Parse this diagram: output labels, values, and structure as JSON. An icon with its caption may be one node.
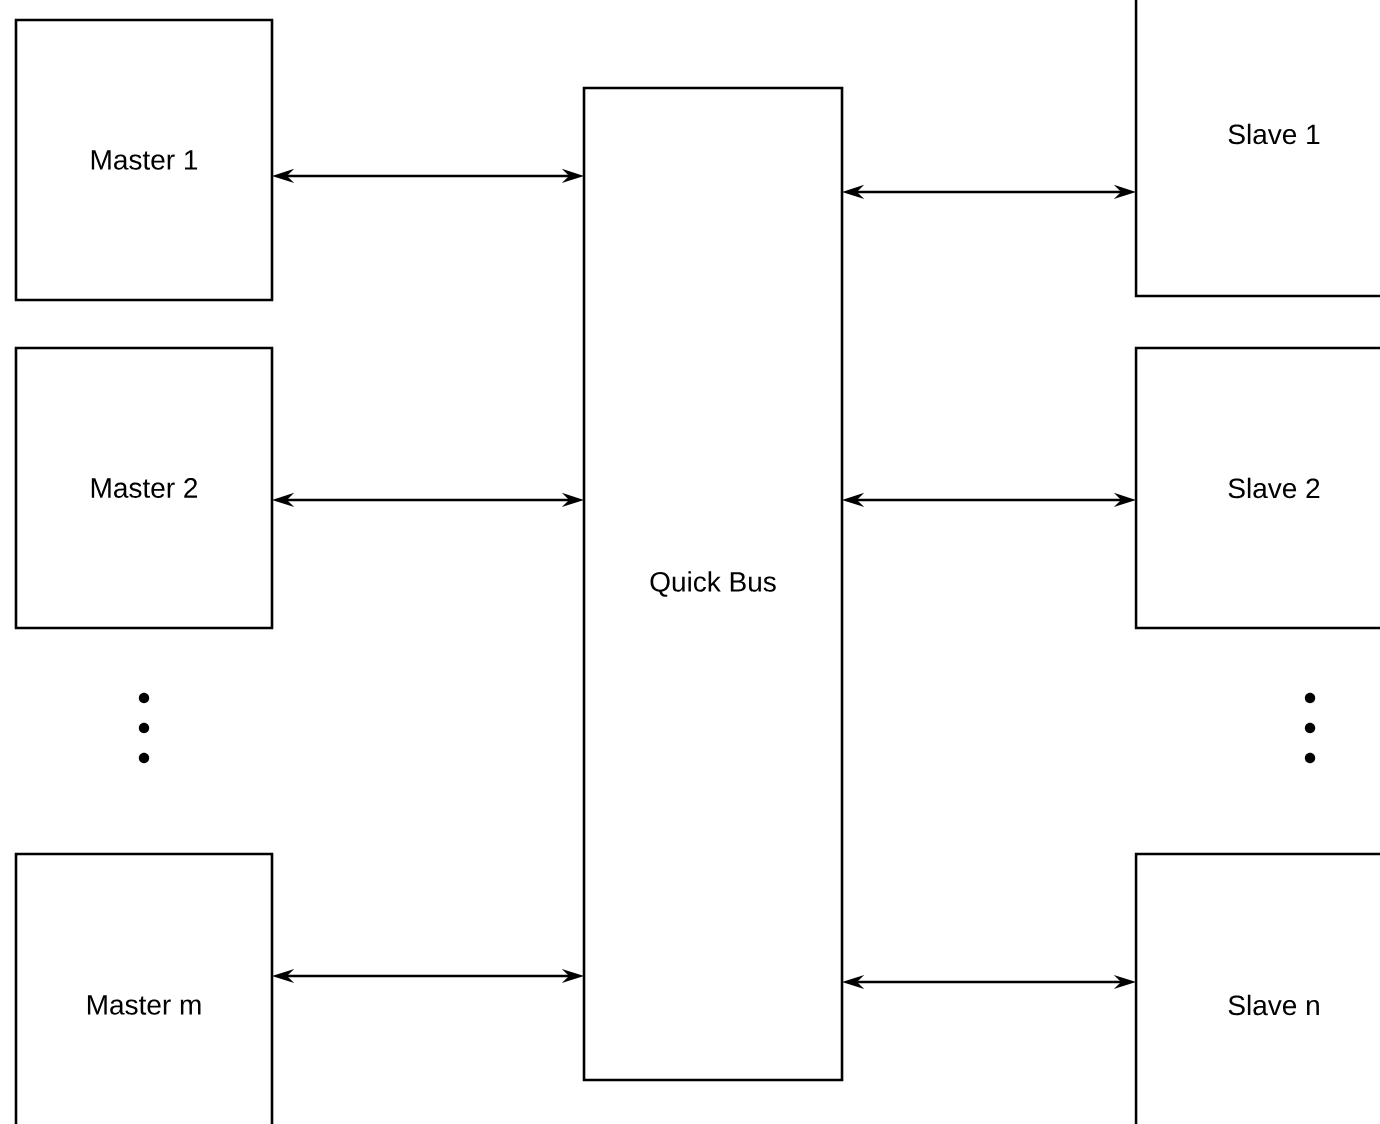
{
  "diagram": {
    "nodes": [
      {
        "text": [
          "Master 1"
        ]
      },
      {
        "text": [
          "Master 2"
        ]
      },
      {
        "text": [
          "Master m"
        ]
      },
      {
        "text": [
          "Quick Bus"
        ]
      },
      {
        "text": [
          "Slave 1"
        ]
      },
      {
        "text": [
          "Slave 2"
        ]
      },
      {
        "text": [
          "Slave n"
        ]
      }
    ],
    "edges": [
      {
        "from": 0,
        "to": 3,
        "arrow": "both"
      },
      {
        "from": 1,
        "to": 3,
        "arrow": "both"
      },
      {
        "from": 2,
        "to": 3,
        "arrow": "both"
      },
      {
        "from": 3,
        "to": 4,
        "arrow": "both"
      },
      {
        "from": 3,
        "to": 5,
        "arrow": "both"
      },
      {
        "from": 3,
        "to": 6,
        "arrow": "both"
      }
    ]
  }
}
